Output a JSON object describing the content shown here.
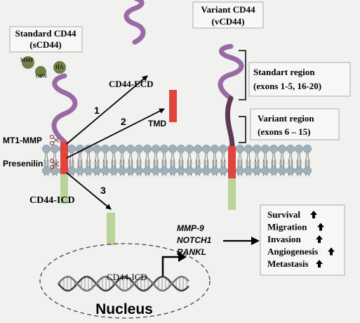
{
  "labels": {
    "standard_title_1": "Standard CD44",
    "standard_title_2": "(sCD44)",
    "variant_title_1": "Variant CD44",
    "variant_title_2": "(vCD44)",
    "mmp": "MMP",
    "ha": "HA",
    "opn": "OPN",
    "cd44_ecd": "CD44-ECD",
    "tmd": "TMD",
    "mt1_mmp": "MT1-MMP",
    "presenilin": "Presenilin",
    "cd44_icd": "CD44-ICD",
    "step1": "1",
    "step2": "2",
    "step3": "3",
    "standard_region_1": "Standart region",
    "standard_region_2": "(exons 1-5, 16-20)",
    "variant_region_1": "Variant region",
    "variant_region_2": "(exons 6 – 15)",
    "gene1": "MMP-9",
    "gene2": "NOTCH1",
    "gene3": "RANKL",
    "nucleus_icd": "CD44-ICD",
    "nucleus": "Nucleus"
  },
  "outcomes": [
    "Survival",
    "Migration",
    "Invasion",
    "Angiogenesis",
    "Metastasis"
  ],
  "colors": {
    "ecd_purple": "#9a6aa6",
    "variant_dark": "#5d3a52",
    "tmd_red": "#e0443c",
    "icd_green": "#b8d49a",
    "ligand_olive": "#6f7f45",
    "bead": "#9fb0bc"
  }
}
